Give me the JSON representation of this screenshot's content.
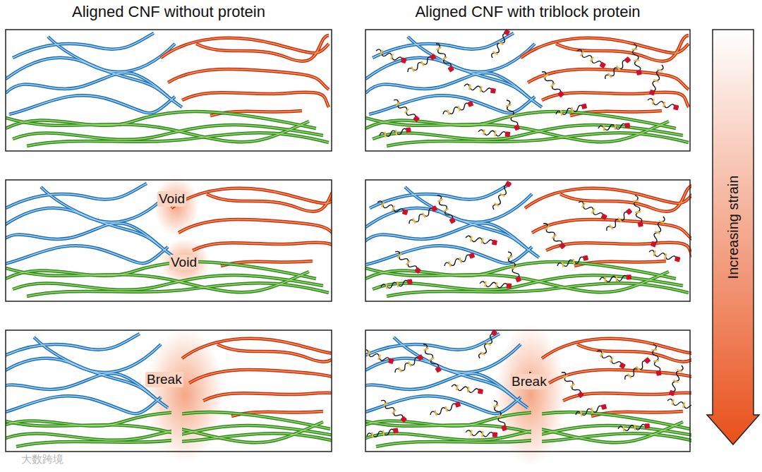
{
  "diagram": {
    "nodes": [
      {
        "text": [
          "Void",
          "Void"
        ]
      },
      {
        "text": [
          "Break"
        ]
      },
      {
        "text": [
          "Break"
        ]
      },
      {
        "text": [
          "Increasing strain"
        ]
      }
    ],
    "labels": [
      "Aligned CNF without protein",
      "Aligned CNF with triblock protein",
      "大数跨境"
    ]
  }
}
